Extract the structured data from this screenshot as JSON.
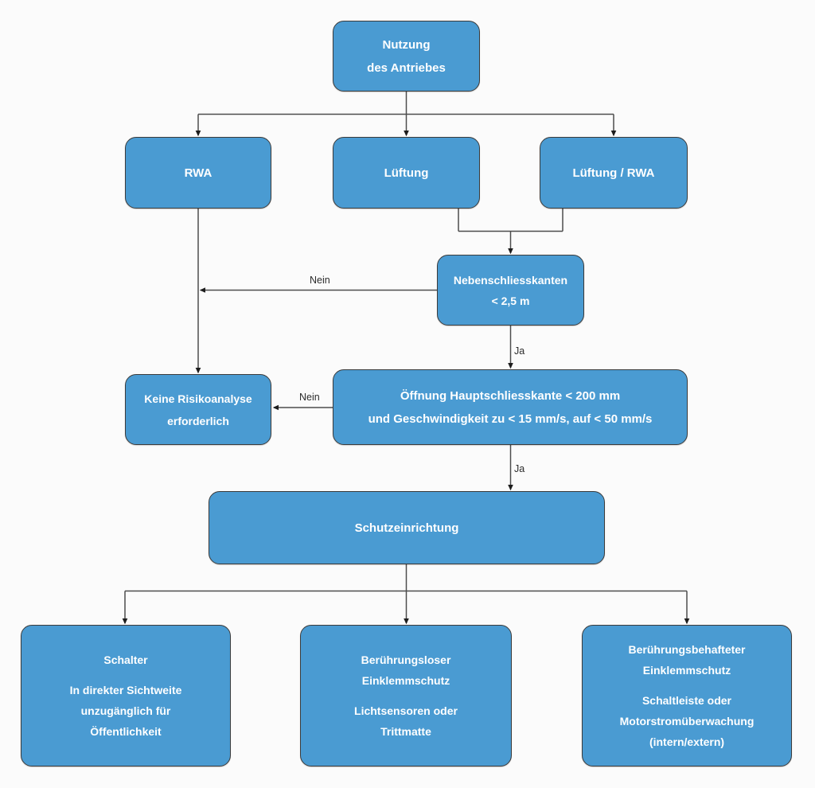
{
  "diagram": {
    "title": "Nutzung des Antriebes",
    "background_color": "#fbfbfb",
    "node_fill_color": "#4A9BD2",
    "node_border_color": "#3b3b3b",
    "node_text_color": "#ffffff",
    "edge_color": "#4d4d4d"
  },
  "nodes": {
    "nutzung": {
      "line1": "Nutzung",
      "line2": "des Antriebes"
    },
    "rwa": {
      "line1": "RWA"
    },
    "lueftung": {
      "line1": "Lüftung"
    },
    "lueftung_rwa": {
      "line1": "Lüftung / RWA"
    },
    "nebenschliesskanten": {
      "line1": "Nebenschliesskanten",
      "line2": "< 2,5 m"
    },
    "keine_risikoanalyse": {
      "line1": "Keine Risikoanalyse",
      "line2": "erforderlich"
    },
    "oeffnung": {
      "line1": "Öffnung Hauptschliesskante < 200 mm",
      "line2": "und Geschwindigkeit zu < 15 mm/s, auf < 50 mm/s"
    },
    "schutzeinrichtung": {
      "line1": "Schutzeinrichtung"
    },
    "schalter": {
      "line1": "Schalter",
      "line2": "In direkter Sichtweite",
      "line3": "unzugänglich für",
      "line4": "Öffentlichkeit"
    },
    "beruehrungsloser": {
      "line1": "Berührungsloser",
      "line2": "Einklemmschutz",
      "line3": "Lichtsensoren oder",
      "line4": "Trittmatte"
    },
    "beruehrungsbehafteter": {
      "line1": "Berührungsbehafteter",
      "line2": "Einklemmschutz",
      "line3": "Schaltleiste oder",
      "line4": "Motorstromüberwachung",
      "line5": "(intern/extern)"
    }
  },
  "edge_labels": {
    "nein_nebenschliesskanten": "Nein",
    "ja_nebenschliesskanten": "Ja",
    "nein_oeffnung": "Nein",
    "ja_oeffnung": "Ja"
  }
}
